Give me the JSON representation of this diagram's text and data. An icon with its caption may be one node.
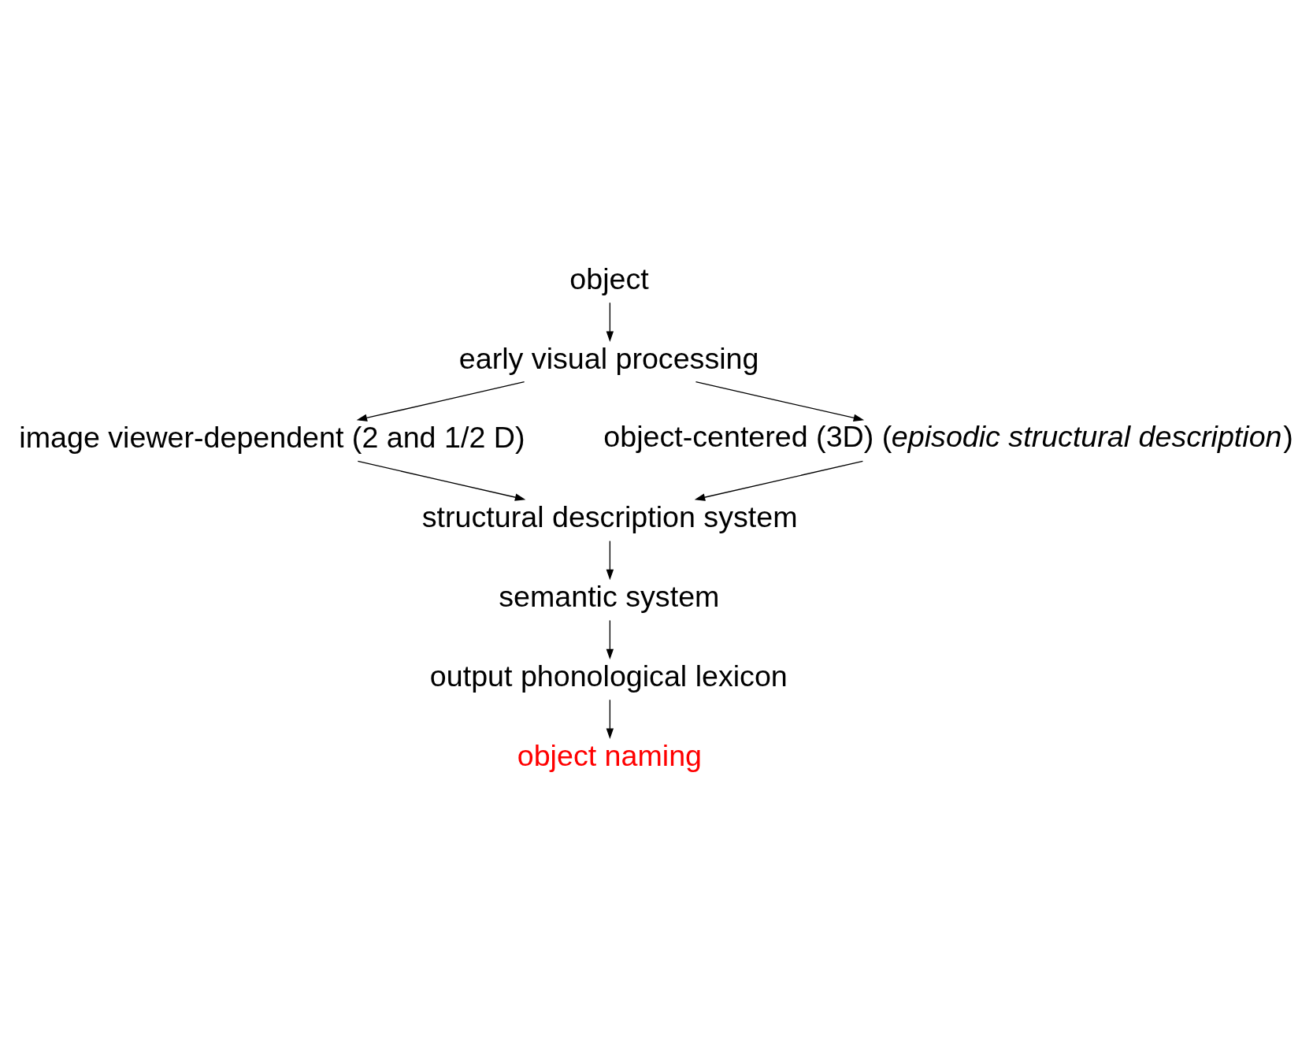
{
  "diagram": {
    "nodes": [
      {
        "text": [
          "object"
        ]
      },
      {
        "text": [
          "early visual processing"
        ]
      },
      {
        "text": [
          "image viewer-dependent (2 and 1/2 D)"
        ]
      },
      {
        "text": [
          "object-centered (3D) (*episodic structural description*)"
        ]
      },
      {
        "text": [
          "structural description system"
        ]
      },
      {
        "text": [
          "semantic system"
        ]
      },
      {
        "text": [
          "output phonological lexicon"
        ]
      },
      {
        "text": [
          "object naming"
        ]
      }
    ],
    "edges": [
      {
        "from": 0,
        "to": 1,
        "arrow": "to"
      },
      {
        "from": 1,
        "to": 2,
        "arrow": "to"
      },
      {
        "from": 1,
        "to": 3,
        "arrow": "to"
      },
      {
        "from": 2,
        "to": 4,
        "arrow": "to"
      },
      {
        "from": 3,
        "to": 4,
        "arrow": "to"
      },
      {
        "from": 4,
        "to": 5,
        "arrow": "to"
      },
      {
        "from": 5,
        "to": 6,
        "arrow": "to"
      },
      {
        "from": 6,
        "to": 7,
        "arrow": "to"
      }
    ]
  }
}
